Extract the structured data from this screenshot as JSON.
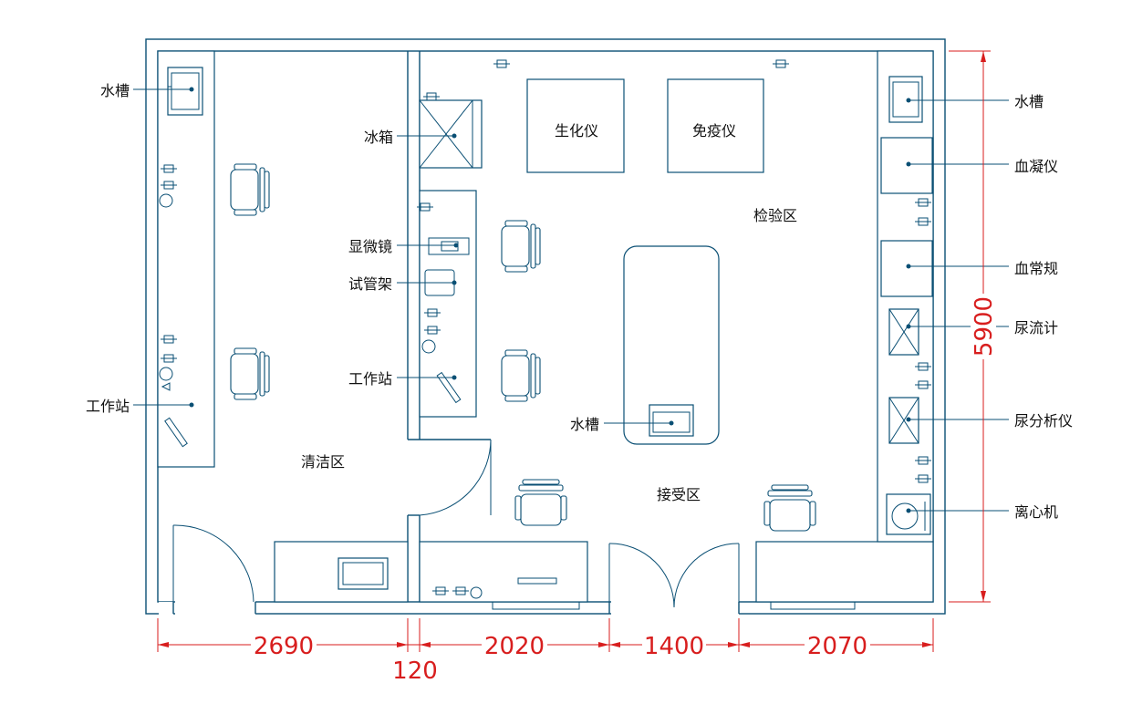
{
  "labels": {
    "sink_left": "水槽",
    "fridge": "冰箱",
    "microscope": "显微镜",
    "tube_rack": "试管架",
    "workstation_mid": "工作站",
    "workstation_left": "工作站",
    "sink_island": "水槽",
    "biochem": "生化仪",
    "immuno": "免疫仪",
    "sink_right": "水槽",
    "coag": "血凝仪",
    "blood_routine": "血常规",
    "urine_flow": "尿流计",
    "urine_analyzer": "尿分析仪",
    "centrifuge": "离心机"
  },
  "zones": {
    "cleaning": "清洁区",
    "testing": "检验区",
    "reception": "接受区"
  },
  "dimensions": {
    "d2690": "2690",
    "d120": "120",
    "d2020": "2020",
    "d1400": "1400",
    "d2070": "2070",
    "d5900": "5900"
  },
  "colors": {
    "line": "#0a4f74",
    "dimension": "#d81e1e",
    "background": "#ffffff"
  }
}
